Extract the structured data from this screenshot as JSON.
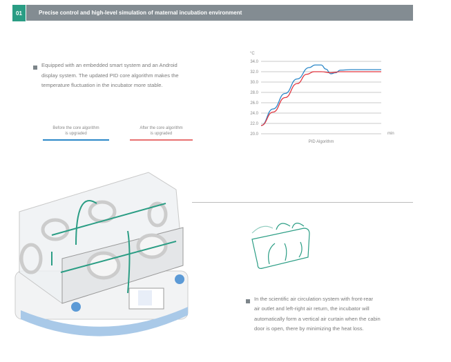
{
  "header": {
    "number": "01",
    "title": "Precise control and high-level simulation of maternal incubation environment"
  },
  "section1": {
    "text_lines": [
      "Equipped with an embedded smart system and an Android",
      "display system. The updated PID core algorithm makes the",
      "temperature fluctuation in the incubator more stable."
    ]
  },
  "legend": {
    "before": [
      "Before the core algorithm",
      "is upgraded"
    ],
    "after": [
      "After the core algorithm",
      "is upgraded"
    ]
  },
  "colors": {
    "accent": "#2a9d84",
    "header_bg": "#838c92",
    "before": "#2a87c8",
    "after": "#e0353f"
  },
  "chart_data": {
    "type": "line",
    "title": "PID Algorithm",
    "xlabel": "min",
    "ylabel": "°C",
    "ylim": [
      20,
      34
    ],
    "xlim": [
      0,
      100
    ],
    "yticks": [
      "20.0",
      "22.0",
      "24.0",
      "26.0",
      "28.0",
      "30.0",
      "32.0",
      "34.0"
    ],
    "grid": true,
    "series": [
      {
        "name": "Before the core algorithm is upgraded",
        "color": "#2a87c8",
        "x": [
          0,
          10,
          20,
          30,
          40,
          45,
          50,
          54,
          58,
          62,
          66,
          75,
          100
        ],
        "y": [
          21.6,
          24.8,
          27.8,
          30.6,
          32.8,
          33.3,
          33.3,
          32.5,
          31.6,
          31.8,
          32.3,
          32.4,
          32.4
        ]
      },
      {
        "name": "After the core algorithm is upgraded",
        "color": "#e0353f",
        "x": [
          0,
          10,
          20,
          30,
          38,
          44,
          50,
          58,
          66,
          75,
          100
        ],
        "y": [
          21.6,
          24.2,
          27.0,
          29.7,
          31.5,
          32.0,
          32.0,
          31.8,
          32.0,
          32.0,
          32.0
        ]
      }
    ]
  },
  "section2": {
    "text_lines": [
      "In the scientific air circulation system with front-rear",
      "air outlet and left-right air return, the incubator will",
      "automatically form a vertical air curtain when the cabin",
      "door is open, there by minimizing the heat loss."
    ]
  }
}
